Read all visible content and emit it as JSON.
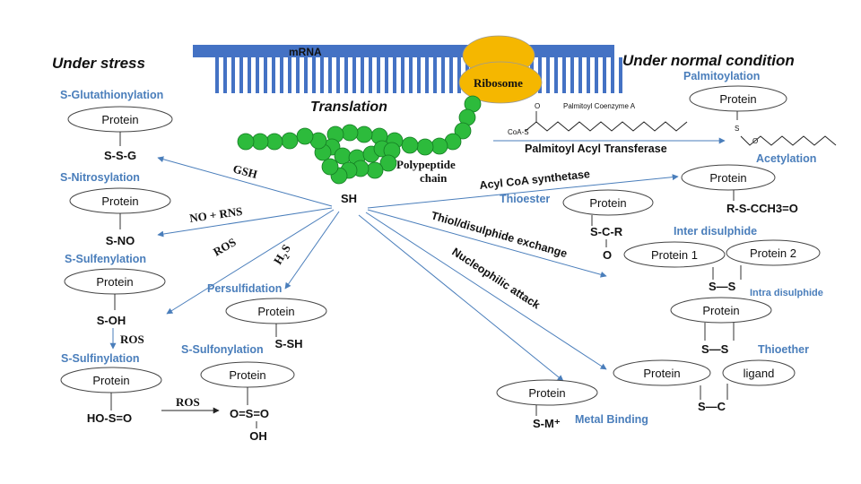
{
  "headers": {
    "stress": "Under stress",
    "normal": "Under normal condition"
  },
  "center": {
    "mrna": "mRNA",
    "ribosome": "Ribosome",
    "translation": "Translation",
    "polypeptide_line1": "Polypeptide",
    "polypeptide_line2": "chain",
    "sh": "SH",
    "palmitoyl_coa": "Palmitoyl Coenzyme A",
    "coa_s": "CoA-S",
    "carbonyl_o": "O",
    "pat": "Palmitoyl Acyl Transferase"
  },
  "protein_label": "Protein",
  "stress_mods": {
    "glutathionylation": "S-Glutathionylation",
    "ssg": "S-S-G",
    "nitrosylation": "S-Nitrosylation",
    "sno": "S-NO",
    "sulfenylation": "S-Sulfenylation",
    "soh": "S-OH",
    "sulfinylation": "S-Sulfinylation",
    "hoso": "HO-S=O",
    "sulfonylation": "S-Sulfonylation",
    "oso": "O=S=O",
    "oh": "OH",
    "persulfidation": "Persulfidation",
    "ssh": "S-SH"
  },
  "reagents": {
    "gsh": "GSH",
    "no_rns": "NO + RNS",
    "ros": "ROS",
    "h2s_main": "H",
    "h2s_sub": "2",
    "h2s_end": "S",
    "ros2": "ROS",
    "ros3": "ROS"
  },
  "normal_mods": {
    "palmitoylation": "Palmitoylation",
    "s_label": "S",
    "o_label": "O",
    "acetylation": "Acetylation",
    "rsacetyl": "R-S-CCH3=O",
    "thioester": "Thioester",
    "scr": "S-C-R",
    "o": "O",
    "inter_disulphide": "Inter disulphide",
    "protein1": "Protein 1",
    "protein2": "Protein 2",
    "ss_inter": "S—S",
    "intra_disulphide": "Intra disulphide",
    "ss_intra": "S—S",
    "thioether": "Thioether",
    "ligand": "ligand",
    "sc": "S—C",
    "metal_binding": "Metal Binding",
    "smetal": "S-M⁺"
  },
  "arrow_labels": {
    "acyl_coa": "Acyl CoA synthetase",
    "thiol_exchange": "Thiol/disulphide exchange",
    "nucleophilic": "Nucleophilic attack"
  },
  "colors": {
    "mrna_bar": "#4472c4",
    "ribosome": "#f5b700",
    "chain": "#2dbb3c",
    "blue_text": "#4a7ebb"
  }
}
